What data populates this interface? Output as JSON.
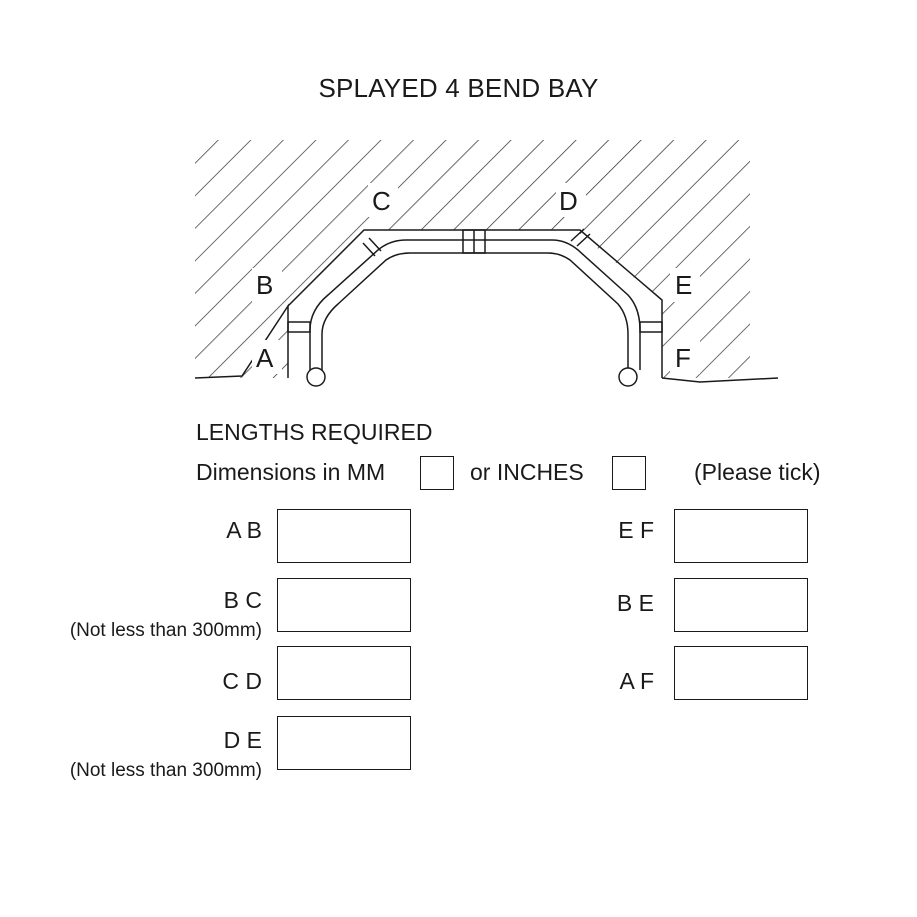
{
  "title": "SPLAYED 4 BEND BAY",
  "diagram": {
    "labels": {
      "a": "A",
      "b": "B",
      "c": "C",
      "d": "D",
      "e": "E",
      "f": "F"
    }
  },
  "form": {
    "heading": "LENGTHS REQUIRED",
    "units_prefix": "Dimensions in MM",
    "units_or": "or INCHES",
    "units_hint": "(Please tick)",
    "fields": {
      "ab": {
        "label": "A B"
      },
      "bc": {
        "label": "B C",
        "note": "(Not less than 300mm)"
      },
      "cd": {
        "label": "C D"
      },
      "de": {
        "label": "D E",
        "note": "(Not less than 300mm)"
      },
      "ef": {
        "label": "E F"
      },
      "be": {
        "label": "B E"
      },
      "af": {
        "label": "A F"
      }
    }
  }
}
